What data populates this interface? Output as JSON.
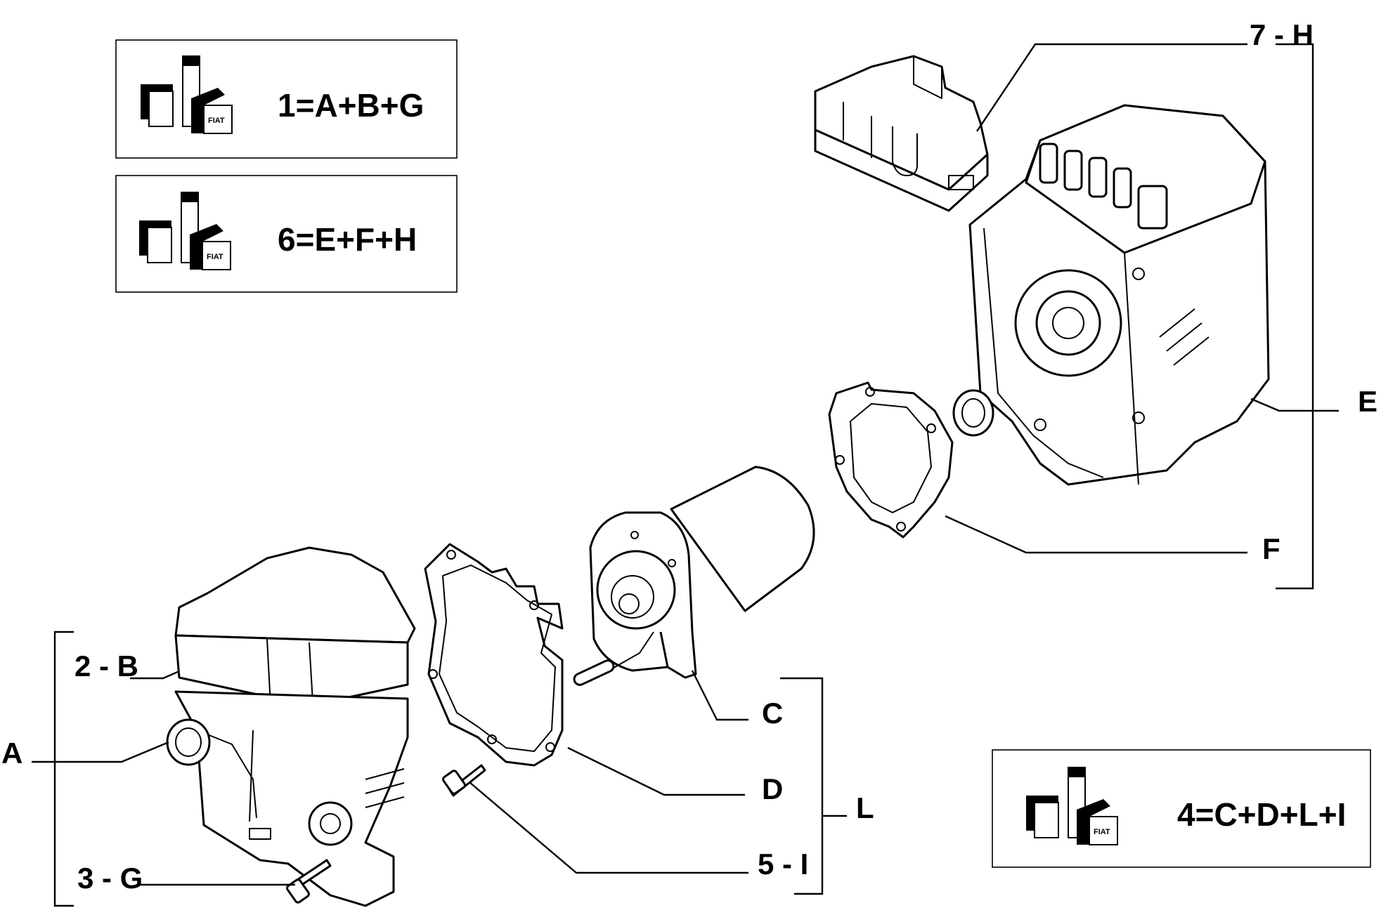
{
  "kits": [
    {
      "formula": "1=A+B+G",
      "logo_text": "FIAT"
    },
    {
      "formula": "6=E+F+H",
      "logo_text": "FIAT"
    },
    {
      "formula": "4=C+D+L+I",
      "logo_text": "FIAT"
    }
  ],
  "labels": {
    "h7": "7 - H",
    "e": "E",
    "f": "F",
    "b2": "2 - B",
    "a": "A",
    "g3": "3 - G",
    "c": "C",
    "d": "D",
    "l": "L",
    "i5": "5 - I"
  },
  "colors": {
    "line": "#000000",
    "background": "#ffffff"
  }
}
